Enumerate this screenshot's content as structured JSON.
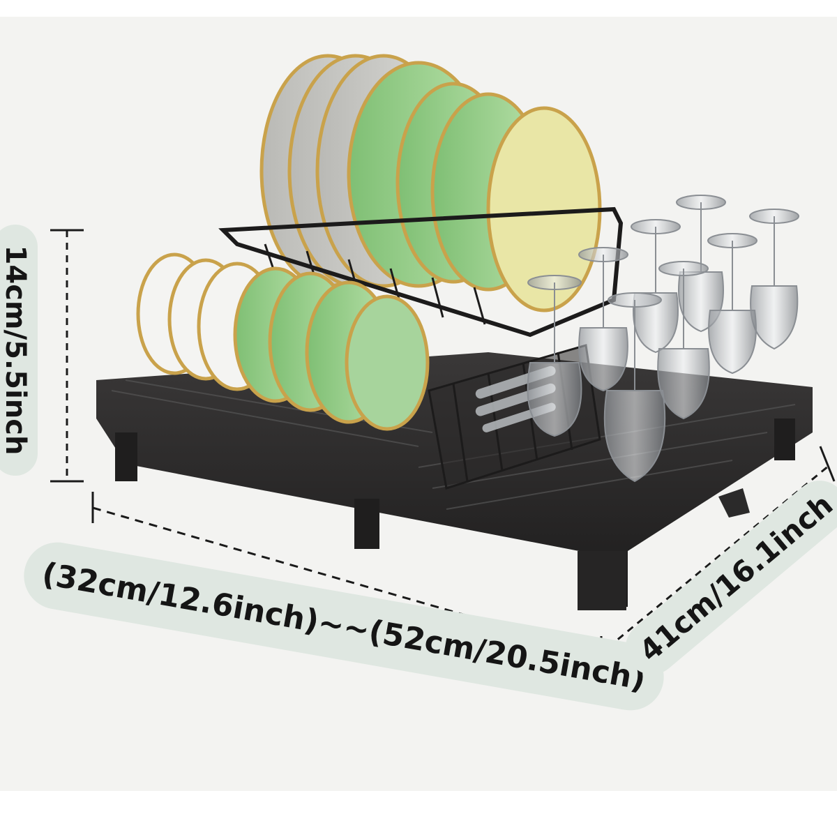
{
  "dimensions": {
    "height_label": "14cm/5.5inch",
    "width_label": "(32cm/12.6inch)~~(52cm/20.5inch)",
    "depth_label": "41cm/16.1inch"
  },
  "colors": {
    "background": "#f3f3f1",
    "label_pill": "#dfe7e1",
    "rack": "#2b2a2a",
    "plate_green": "#a7d49c",
    "plate_yellow": "#e9e6a6",
    "plate_rim": "#c9a24b",
    "glass": "#d9dcdf"
  }
}
